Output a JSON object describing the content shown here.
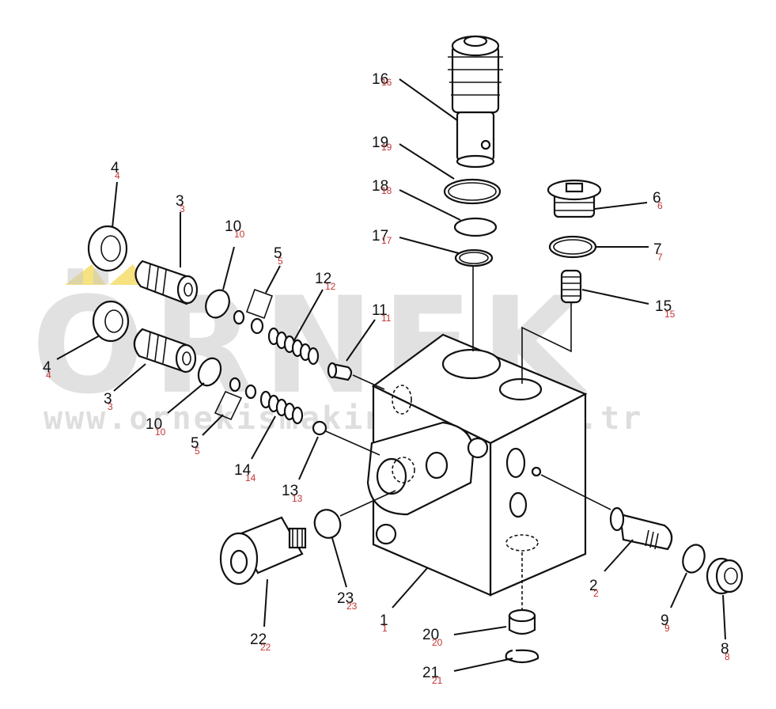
{
  "watermark": {
    "brand": "ÖRNEK",
    "url": "www.ornekismakinalari.com.tr",
    "brand_color": "#c9c9c9",
    "accent_color": "#f2d64b"
  },
  "labels": {
    "p16": "16",
    "p19": "19",
    "p18": "18",
    "p17": "17",
    "p6": "6",
    "p7": "7",
    "p15": "15",
    "p4a": "4",
    "p4b": "4",
    "p3a": "3",
    "p3b": "3",
    "p10a": "10",
    "p10b": "10",
    "p5a": "5",
    "p5b": "5",
    "p12": "12",
    "p11": "11",
    "p14": "14",
    "p13": "13",
    "p23": "23",
    "p22": "22",
    "p1": "1",
    "p20": "20",
    "p21": "21",
    "p2": "2",
    "p9": "9",
    "p8": "8"
  },
  "label_color": "#111111",
  "sublabel_color": "#c43434"
}
